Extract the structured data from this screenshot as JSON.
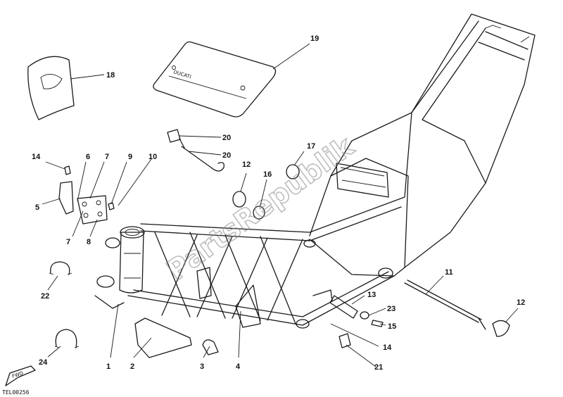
{
  "drawing": {
    "code": "TEL00256",
    "arrow_label": "FWD"
  },
  "watermark": {
    "text": "PartsRepublik"
  },
  "pad_logo": "DUCATI",
  "callouts": [
    {
      "id": "c1",
      "label": "1"
    },
    {
      "id": "c2",
      "label": "2"
    },
    {
      "id": "c3",
      "label": "3"
    },
    {
      "id": "c4",
      "label": "4"
    },
    {
      "id": "c5",
      "label": "5"
    },
    {
      "id": "c6",
      "label": "6"
    },
    {
      "id": "c7a",
      "label": "7"
    },
    {
      "id": "c7b",
      "label": "7"
    },
    {
      "id": "c8",
      "label": "8"
    },
    {
      "id": "c9",
      "label": "9"
    },
    {
      "id": "c10",
      "label": "10"
    },
    {
      "id": "c11",
      "label": "11"
    },
    {
      "id": "c12a",
      "label": "12"
    },
    {
      "id": "c12b",
      "label": "12"
    },
    {
      "id": "c13",
      "label": "13"
    },
    {
      "id": "c14a",
      "label": "14"
    },
    {
      "id": "c14b",
      "label": "14"
    },
    {
      "id": "c15",
      "label": "15"
    },
    {
      "id": "c16",
      "label": "16"
    },
    {
      "id": "c17",
      "label": "17"
    },
    {
      "id": "c18",
      "label": "18"
    },
    {
      "id": "c19",
      "label": "19"
    },
    {
      "id": "c20a",
      "label": "20"
    },
    {
      "id": "c20b",
      "label": "20"
    },
    {
      "id": "c21",
      "label": "21"
    },
    {
      "id": "c22",
      "label": "22"
    },
    {
      "id": "c23",
      "label": "23"
    },
    {
      "id": "c24",
      "label": "24"
    }
  ]
}
